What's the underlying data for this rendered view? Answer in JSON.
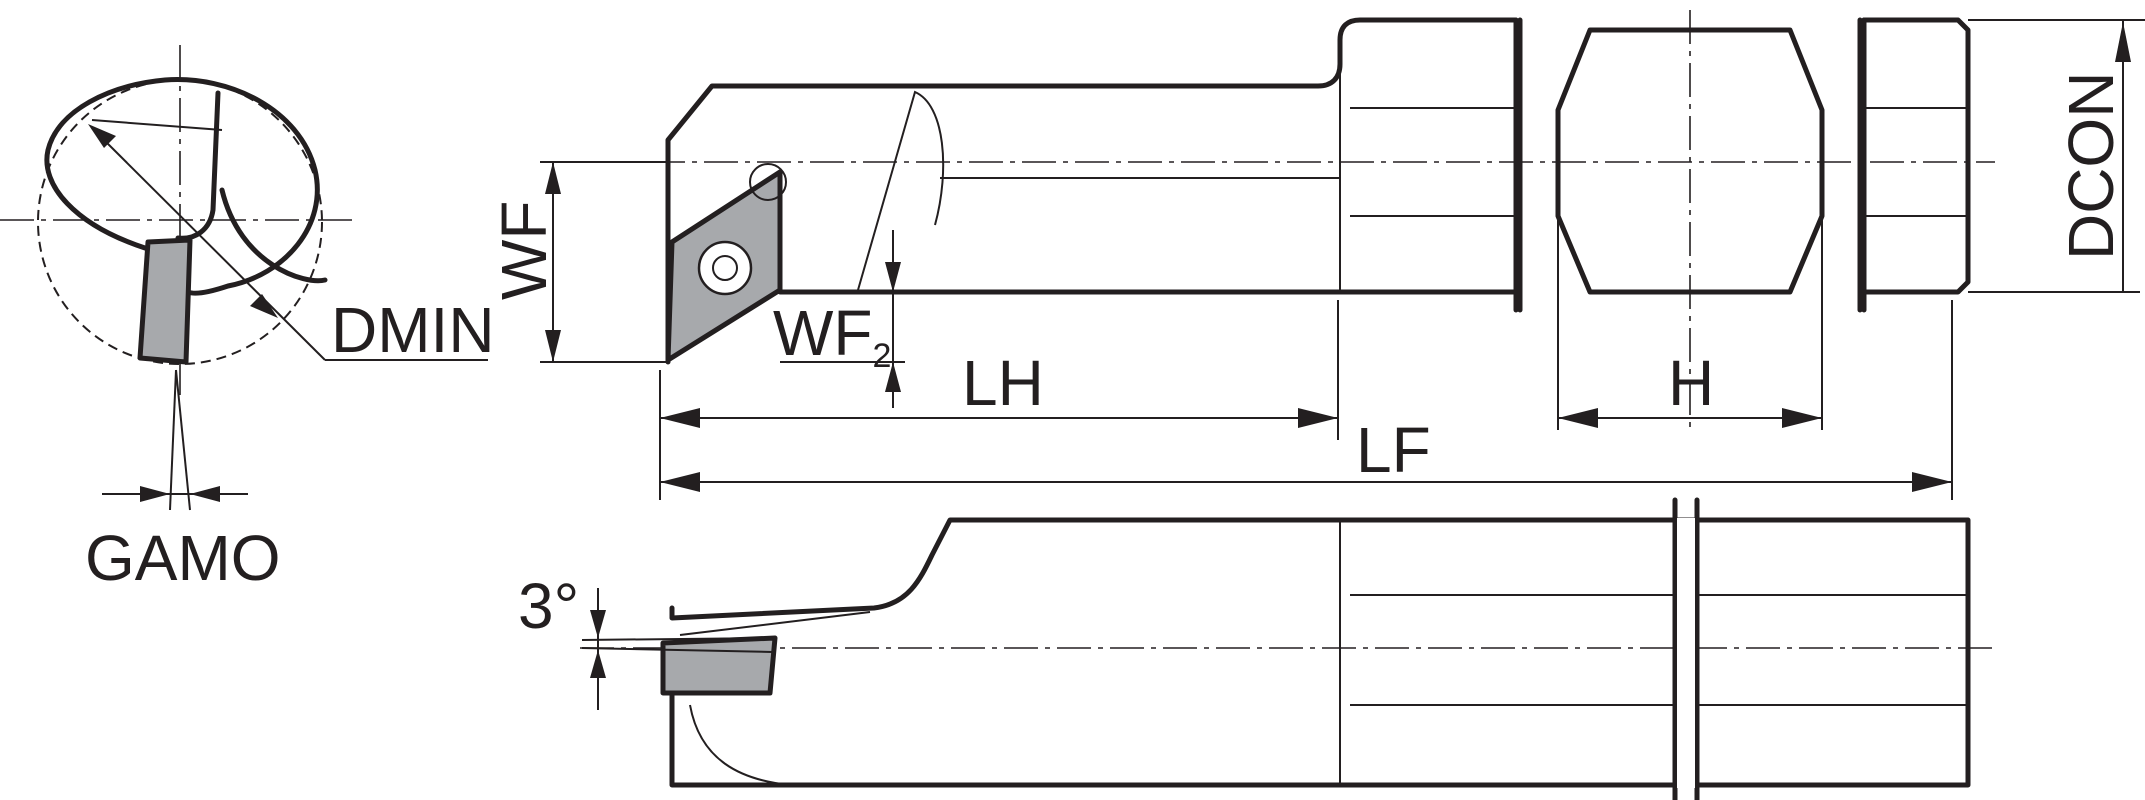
{
  "labels": {
    "dmin": "DMIN",
    "gamo": "GAMO",
    "wf": "WF",
    "wf2_main": "WF",
    "wf2_sub": "2",
    "lh": "LH",
    "lf": "LF",
    "h": "H",
    "dcon": "DCON",
    "angle": "3°"
  },
  "colors": {
    "line": "#231f20",
    "insert": "#a7a9ac",
    "background": "#ffffff"
  }
}
